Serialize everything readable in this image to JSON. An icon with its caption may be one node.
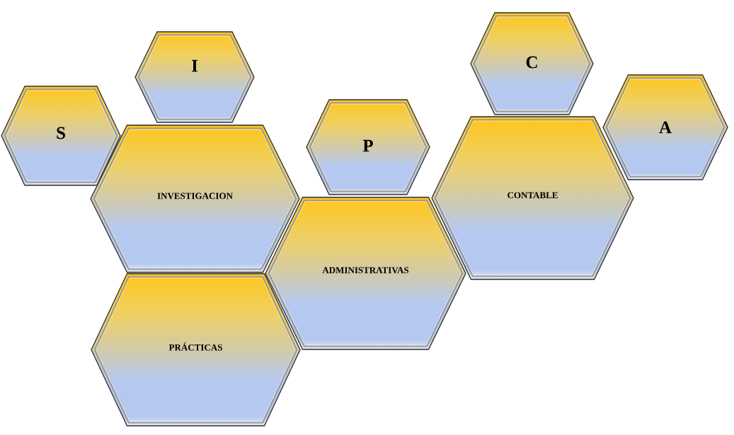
{
  "diagram": {
    "nodes": [
      {
        "text": [
          "S"
        ]
      },
      {
        "text": [
          "I"
        ]
      },
      {
        "text": [
          "INVESTIGACION"
        ]
      },
      {
        "text": [
          "PRÁCTICAS"
        ]
      },
      {
        "text": [
          "P"
        ]
      },
      {
        "text": [
          "ADMINISTRATIVAS"
        ]
      },
      {
        "text": [
          "C"
        ]
      },
      {
        "text": [
          "CONTABLE"
        ]
      },
      {
        "text": [
          "A"
        ]
      }
    ]
  }
}
